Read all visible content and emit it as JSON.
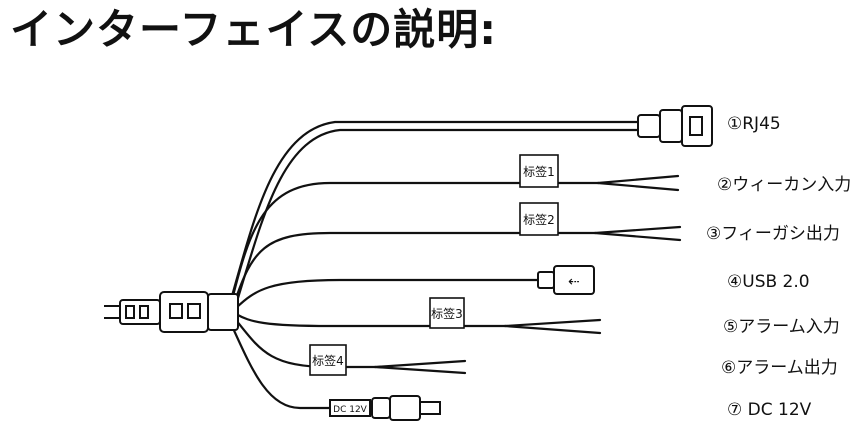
{
  "title": "インターフェイスの説明:",
  "ports": [
    {
      "num": "①",
      "label": "RJ45"
    },
    {
      "num": "②",
      "label": "ウィーカン入力"
    },
    {
      "num": "③",
      "label": "フィーガシ出力"
    },
    {
      "num": "④",
      "label": "USB 2.0"
    },
    {
      "num": "⑤",
      "label": "アラーム入力"
    },
    {
      "num": "⑥",
      "label": "アラーム出力"
    },
    {
      "num": "⑦",
      "label": "DC 12V"
    }
  ],
  "tags": [
    "标签1",
    "标签2",
    "标签3",
    "标签4"
  ],
  "connector_text": {
    "dc": "DC 12V"
  }
}
